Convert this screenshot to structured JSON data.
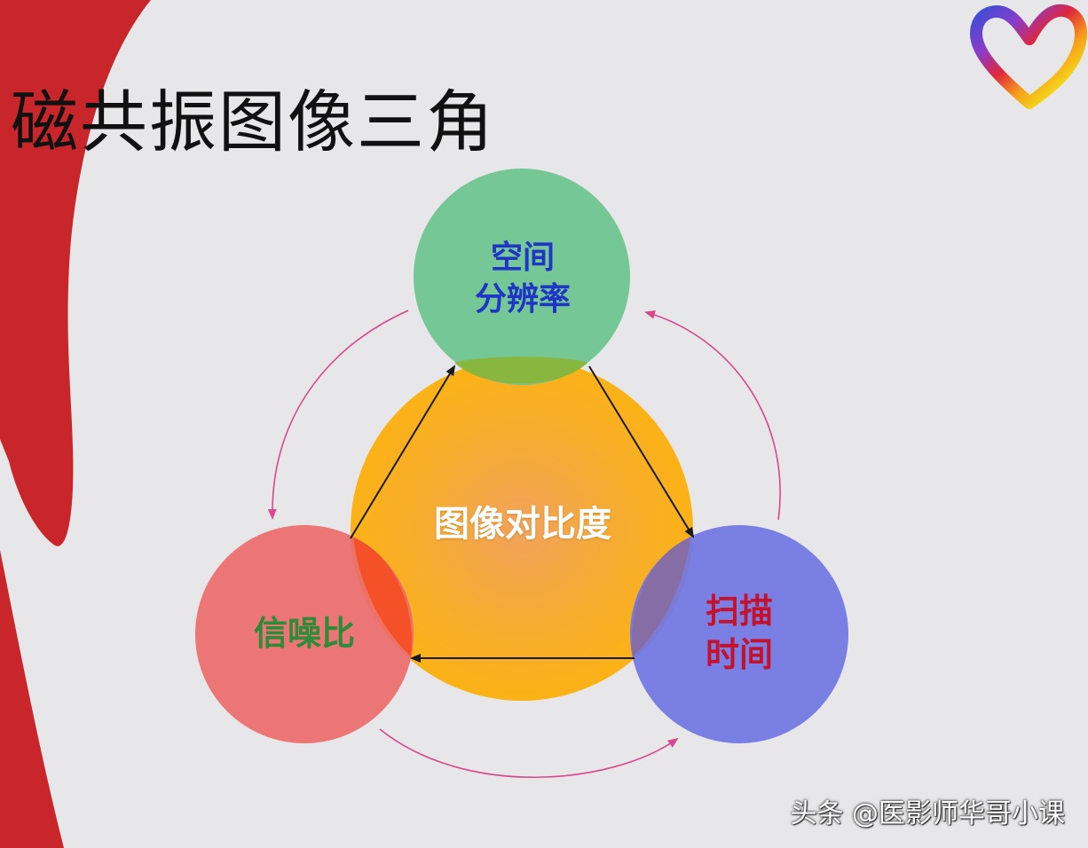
{
  "title": "磁共振图像三角",
  "nodes": {
    "spatial_resolution": {
      "label": "空间\n分辨率",
      "color": "#6cc48f"
    },
    "image_contrast": {
      "label": "图像对比度",
      "color": "#f9b21a"
    },
    "snr": {
      "label": "信噪比",
      "color": "#ec6c6c"
    },
    "scan_time": {
      "label": "扫描\n时间",
      "color": "#7176e2"
    }
  },
  "watermark": "头条 @医影师华哥小课",
  "colors": {
    "background": "#e7e6e8",
    "accent_red": "#c8262a",
    "arc_pink": "#d9488d",
    "arrow": "#1a1a1a"
  },
  "icons": {
    "logo": "rainbow-heart-logo"
  }
}
